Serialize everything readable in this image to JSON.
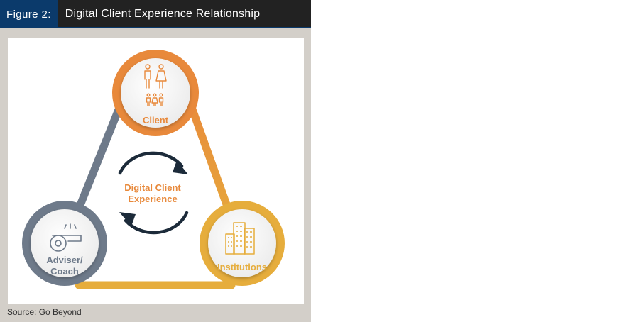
{
  "header": {
    "figure_label": "Figure 2:",
    "title": "Digital Client Experience Relationship"
  },
  "diagram": {
    "center_line1": "Digital Client",
    "center_line2": "Experience",
    "nodes": {
      "client": {
        "label": "Client",
        "color": "#e8893b"
      },
      "adviser": {
        "line1": "Adviser/",
        "line2": "Coach",
        "color": "#6e7a8a"
      },
      "institutions": {
        "label": "Institutions",
        "color": "#e6ad3c"
      }
    },
    "edge_colors": {
      "left": "#6e7a8a",
      "right": "#e8893b",
      "bottom": "#e6ad3c"
    },
    "cycle_arrow_color": "#1c2b3a",
    "icons": [
      "family-icon",
      "whistle-icon",
      "buildings-icon"
    ]
  },
  "footer": {
    "source": "Source: Go Beyond"
  }
}
